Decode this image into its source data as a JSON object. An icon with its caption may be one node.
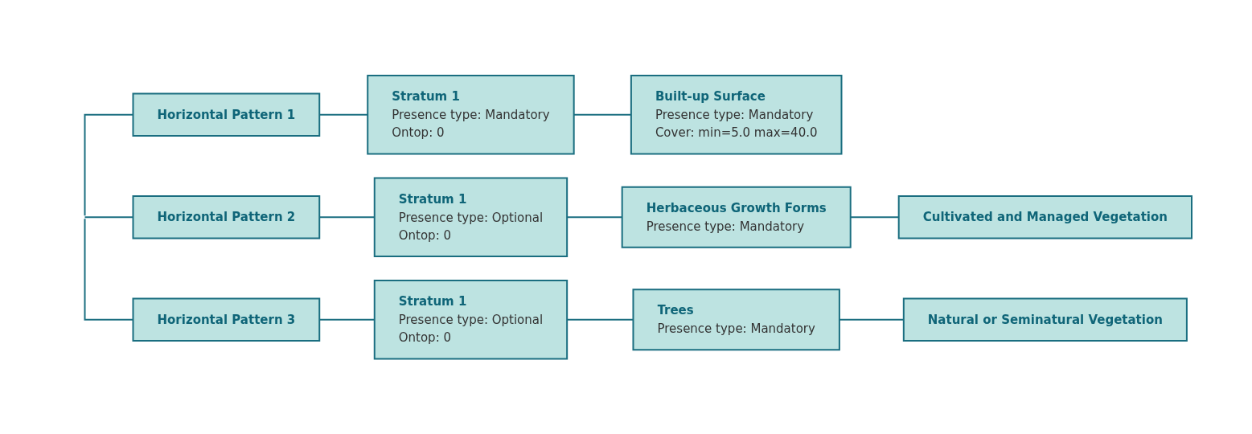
{
  "diagram": {
    "nodes": [
      {
        "text": [
          "Horizontal Pattern 1"
        ]
      },
      {
        "text": [
          "Stratum 1",
          "Presence type: Mandatory",
          "Ontop: 0"
        ]
      },
      {
        "text": [
          "Built-up Surface",
          "Presence type: Mandatory",
          "Cover: min=5.0 max=40.0"
        ]
      },
      {
        "text": [
          "Horizontal Pattern 2"
        ]
      },
      {
        "text": [
          "Stratum 1",
          "Presence type: Optional",
          "Ontop: 0"
        ]
      },
      {
        "text": [
          "Herbaceous Growth Forms",
          "Presence type: Mandatory"
        ]
      },
      {
        "text": [
          "Cultivated and Managed Vegetation"
        ]
      },
      {
        "text": [
          "Horizontal Pattern 3"
        ]
      },
      {
        "text": [
          "Stratum 1",
          "Presence type: Optional",
          "Ontop: 0"
        ]
      },
      {
        "text": [
          "Trees",
          "Presence type: Mandatory"
        ]
      },
      {
        "text": [
          "Natural or Seminatural Vegetation"
        ]
      }
    ],
    "edges": [
      {
        "from": null,
        "to": 0,
        "arrow": "none"
      },
      {
        "from": null,
        "to": 3,
        "arrow": "none"
      },
      {
        "from": null,
        "to": 7,
        "arrow": "none"
      },
      {
        "from": 0,
        "to": 1,
        "arrow": "none"
      },
      {
        "from": 1,
        "to": 2,
        "arrow": "none"
      },
      {
        "from": 3,
        "to": 4,
        "arrow": "none"
      },
      {
        "from": 4,
        "to": 5,
        "arrow": "none"
      },
      {
        "from": 5,
        "to": 6,
        "arrow": "none"
      },
      {
        "from": 7,
        "to": 8,
        "arrow": "none"
      },
      {
        "from": 8,
        "to": 9,
        "arrow": "none"
      },
      {
        "from": 9,
        "to": 10,
        "arrow": "none"
      }
    ]
  }
}
